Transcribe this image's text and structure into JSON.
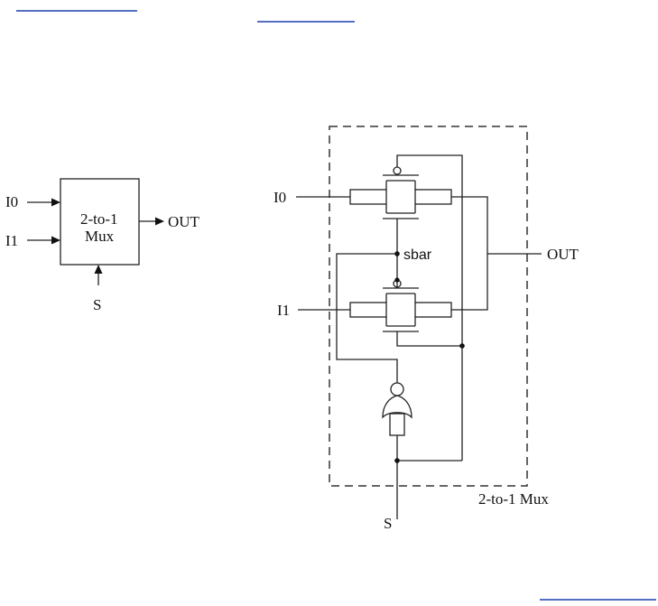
{
  "block_symbol": {
    "inputs": [
      "I0",
      "I1"
    ],
    "title_line1": "2-to-1",
    "title_line2": "Mux",
    "output": "OUT",
    "select": "S"
  },
  "circuit": {
    "inputs": [
      "I0",
      "I1"
    ],
    "internal_node": "sbar",
    "output": "OUT",
    "select": "S",
    "boundary_label": "2-to-1 Mux"
  },
  "colors": {
    "link_underline": "#1f3fae",
    "ink": "#111111"
  }
}
